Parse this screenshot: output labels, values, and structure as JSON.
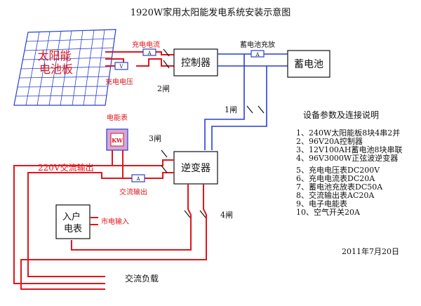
{
  "title": "1920W家用太阳能发电系统安装示意图",
  "components": {
    "solar_panel": "太阳能电池板",
    "controller": "控制器",
    "battery": "蓄电池",
    "inverter": "逆变器",
    "home_meter": "入户电表",
    "energy_meter_box": "KW"
  },
  "labels": {
    "charge_current": "充电电流",
    "charge_voltage": "充电电压",
    "battery_charge_discharge": "蓄电池充放",
    "switch_1": "1闸",
    "switch_2": "2闸",
    "switch_3": "3闸",
    "switch_4": "4闸",
    "energy_meter": "电能表",
    "ac_output_label": "交流输出",
    "ac_220_output": "220V交流输出",
    "mains_input": "市电输入",
    "ac_load": "交流负载",
    "meter_v": "V",
    "meter_a": "A"
  },
  "specs": {
    "heading": "设备参数及连接说明",
    "items": [
      "1、240W太阳能板8块4串2并",
      "2、96V20A控制器",
      "3、12V100AH蓄电池8块串联",
      "4、96V3000W正弦波逆变器",
      "5、充电电压表DC200V",
      "6、充电电流表DC20A",
      "7、蓄电池充放表DC50A",
      "8、交流输出表AC20A",
      "9、电子电能表",
      "10、空气开关20A"
    ]
  },
  "date": "2011年7月20日",
  "colors": {
    "wire_red": "#e0151b",
    "wire_blue": "#2a3fd0",
    "wire_black": "#111111",
    "meter_box": "#d6a8d8"
  }
}
